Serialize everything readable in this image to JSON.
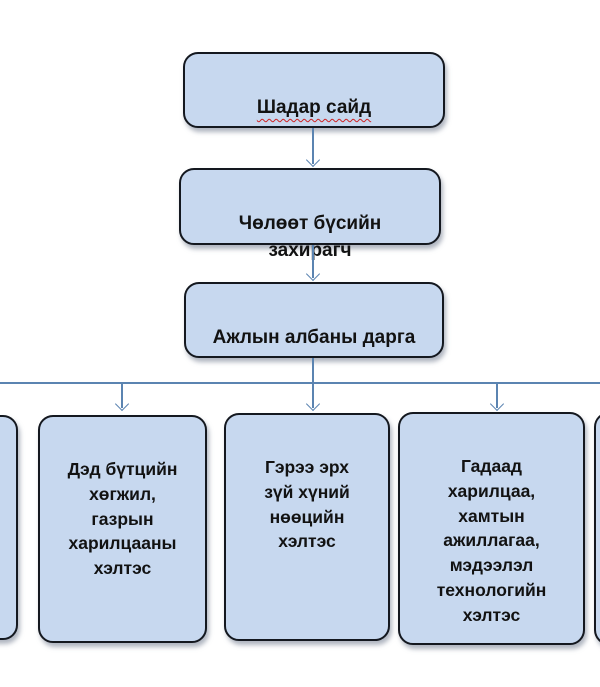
{
  "org_chart": {
    "root": {
      "label": "Шадар сайд",
      "spellcheck_underline": "red-wavy"
    },
    "level2": {
      "label": "Чөлөөт бүсийн\nзахирагч"
    },
    "level3": {
      "label": "Ажлын албаны дарга"
    },
    "departments": [
      {
        "id": "dept-partial-left",
        "label": "",
        "note": "box cut off at left screen edge"
      },
      {
        "id": "dept-infrastructure",
        "label": "Дэд бүтцийн\nхөгжил,\nгазрын\nхарилцааны\nхэлтэс"
      },
      {
        "id": "dept-legal-hr",
        "label": "Гэрээ эрх\nзүй хүний\nнөөцийн\nхэлтэс"
      },
      {
        "id": "dept-foreign-relations",
        "label": "Гадаад\nхарилцаа,\nхамтын\nажиллагаа,\nмэдээлэл\nтехнологийн\nхэлтэс"
      },
      {
        "id": "dept-partial-right",
        "label": "",
        "note": "box cut off at right screen edge"
      }
    ],
    "colors": {
      "node_fill": "#c7d8ef",
      "node_border": "#14181f",
      "connector": "#5b84b1",
      "text": "#121212",
      "spellcheck_wavy": "#cf2020"
    }
  }
}
